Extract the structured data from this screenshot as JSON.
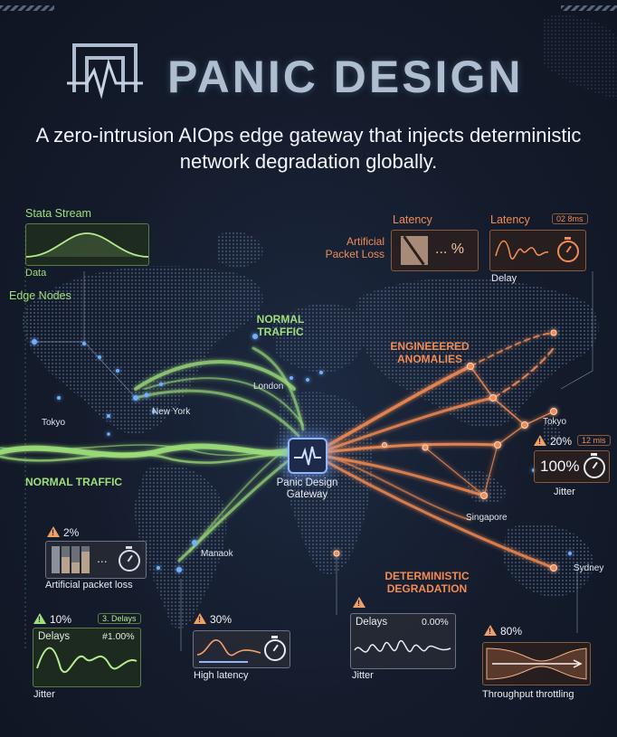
{
  "brand": {
    "name": "PANIC DESIGN"
  },
  "subtitle": "A zero-intrusion AIOps edge gateway that injects deterministic network degradation globally.",
  "labels": {
    "data_stream": "Stata Stream",
    "data": "Data",
    "edge_nodes": "Edge Nodes",
    "normal_traffic_top": "NORMAL TRAFFIC",
    "normal_traffic_left": "NORMAL TRAFFIC",
    "engineered_anomalies": "ENGINEEERED ANOMALIES",
    "deterministic_degradation": "DETERMINISTIC DEGRADATION",
    "gateway": "Panic Design Gateway"
  },
  "cities": {
    "tokyo_left": "Tokyo",
    "new_york": "New York",
    "london": "London",
    "tokyo_right": "Tokyo",
    "singapore": "Singapore",
    "sydney": "Sydney",
    "manaok": "Manaok"
  },
  "panels": {
    "latency_loss": {
      "title": "Latency",
      "side_label": "Artificial Packet Loss",
      "glyph": "... %"
    },
    "latency_delay": {
      "title": "Latency",
      "badge": "02 8ms",
      "caption": "Delay"
    },
    "jitter_right": {
      "pct": "20%",
      "badge": "12 mis",
      "value": "100%",
      "caption": "Jitter"
    },
    "packet_loss": {
      "pct": "2%",
      "glyph": "...",
      "caption": "Artificial packet loss"
    },
    "jitter_left": {
      "pct": "10%",
      "badge": "3. Delays",
      "title": "Delays",
      "value": "#1.00%",
      "caption": "Jitter"
    },
    "high_latency": {
      "pct": "30%",
      "caption": "High latency"
    },
    "jitter_mid": {
      "title": "Delays",
      "value": "0.00%",
      "caption": "Jitter"
    },
    "throughput": {
      "pct": "80%",
      "caption": "Throughput throttling"
    }
  },
  "colors": {
    "background": "#141b2b",
    "normal": "#9fe07a",
    "anomaly": "#f38b52",
    "node": "#6fb0ff",
    "land": "#2b3a52"
  }
}
